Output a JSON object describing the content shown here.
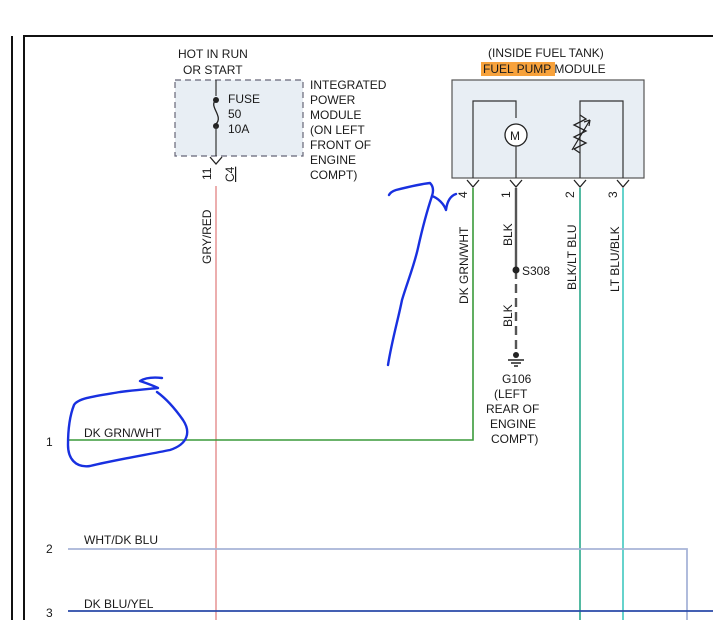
{
  "fuse_block": {
    "title_line1": "HOT IN RUN",
    "title_line2": "OR START",
    "fuse_label": "FUSE",
    "fuse_number": "50",
    "fuse_rating": "10A",
    "pin_number": "11",
    "connector": "C4"
  },
  "ipm_label": [
    "INTEGRATED",
    "POWER",
    "MODULE",
    "(ON LEFT",
    "FRONT OF",
    "ENGINE",
    "COMPT)"
  ],
  "fuel_pump_module": {
    "caption_line1": "(INSIDE FUEL TANK)",
    "caption_highlight": "FUEL PUMP",
    "caption_rest": " MODULE",
    "motor_symbol": "M",
    "pins": [
      "4",
      "1",
      "2",
      "3"
    ]
  },
  "wires": {
    "fuse_out": "GRY/RED",
    "pin4": "DK GRN/WHT",
    "pin1_upper": "BLK",
    "pin1_lower": "BLK",
    "pin2": "BLK/LT BLU",
    "pin3": "LT BLU/BLK"
  },
  "splice": "S308",
  "ground": {
    "id": "G106",
    "location": [
      "(LEFT",
      "REAR OF",
      "ENGINE",
      "COMPT)"
    ]
  },
  "rows": [
    {
      "number": "1",
      "wire_label": "DK GRN/WHT"
    },
    {
      "number": "2",
      "wire_label": "WHT/DK BLU"
    },
    {
      "number": "3",
      "wire_label": "DK BLU/YEL"
    }
  ],
  "colors": {
    "gry_red": "#e89a9a",
    "dk_grn_wht": "#3a9a3a",
    "blk": "#555555",
    "blk_lt_blu": "#2aa88a",
    "lt_blu_blk": "#40c8c0",
    "wht_dk_blu": "#a8b4d8",
    "dk_blu_yel": "#2a4aa8",
    "annotation": "#1830e0",
    "highlight": "#f7a23c"
  }
}
